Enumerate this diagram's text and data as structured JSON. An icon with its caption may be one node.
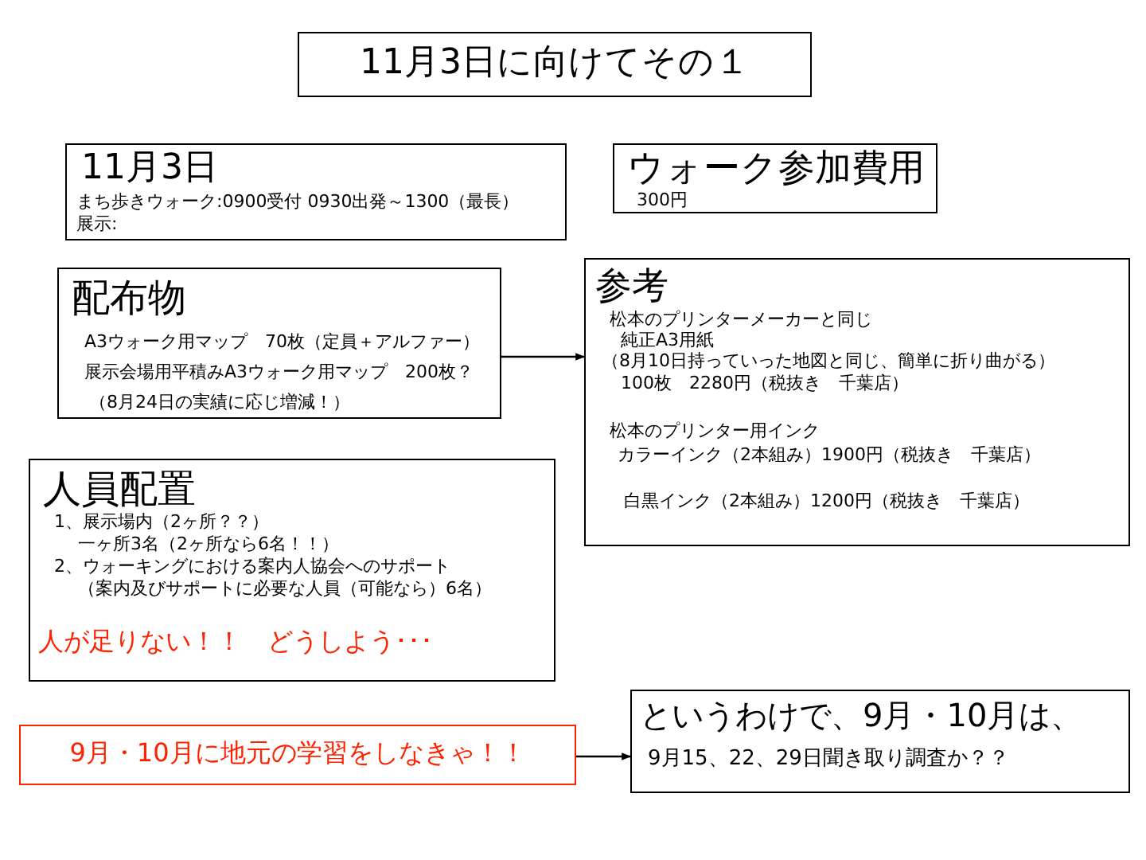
{
  "diagram": {
    "title": "11月3日に向けてその１",
    "nodes": [
      {
        "text": [
          "11月3日",
          "まち歩きウォーク:0900受付 0930出発～1300（最長）",
          "展示:"
        ]
      },
      {
        "text": [
          "ウォーク参加費用",
          "300円"
        ]
      },
      {
        "text": [
          "配布物",
          "A3ウォーク用マップ　70枚（定員＋アルファー）",
          "展示会場用平積みA3ウォーク用マップ　200枚？",
          "（8月24日の実績に応じ増減！）"
        ]
      },
      {
        "text": [
          "参考",
          "松本のプリンターメーカーと同じ",
          "純正A3用紙",
          "（8月10日持っていった地図と同じ、簡単に折り曲がる）",
          "100枚　2280円（税抜き　千葉店）",
          "松本のプリンター用インク",
          "カラーインク（2本組み）1900円（税抜き　千葉店）",
          "白黒インク（2本組み）1200円（税抜き　千葉店）"
        ]
      },
      {
        "text": [
          "人員配置",
          "1、展示場内（2ヶ所？？）",
          "一ヶ所3名（2ヶ所なら6名！！）",
          "2、ウォーキングにおける案内人協会へのサポート",
          "（案内及びサポートに必要な人員（可能なら）6名）",
          "人が足りない！！　どうしよう･･･"
        ]
      },
      {
        "text": [
          "9月・10月に地元の学習をしなきゃ！！"
        ]
      },
      {
        "text": [
          "というわけで、9月・10月は、",
          "9月15、22、29日聞き取り調査か？？"
        ]
      }
    ],
    "edges": [
      {
        "from": 2,
        "to": 3,
        "arrow": "to"
      },
      {
        "from": 5,
        "to": 6,
        "arrow": "to"
      }
    ]
  }
}
